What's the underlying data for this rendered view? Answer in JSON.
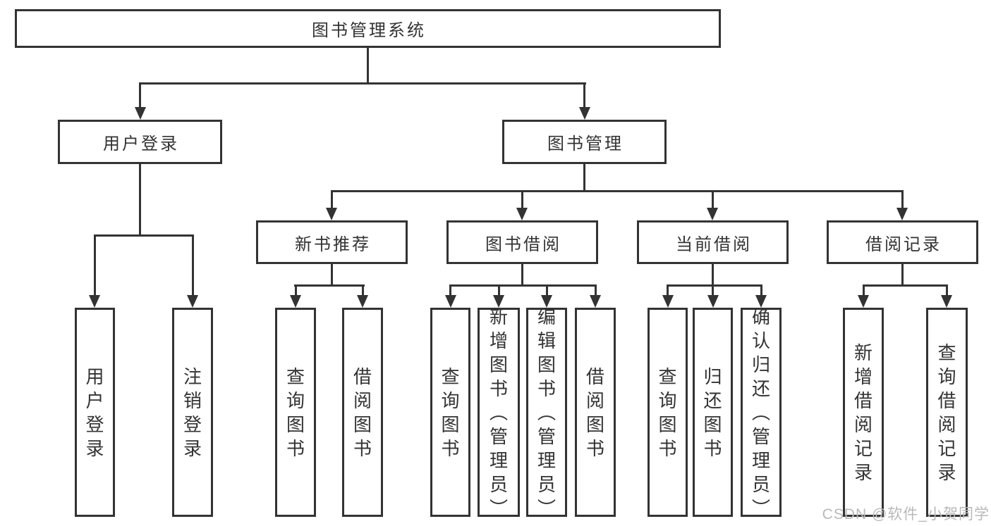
{
  "nodes": {
    "root": "图书管理系统",
    "user_login": "用户登录",
    "book_mgmt": "图书管理",
    "new_book_rec": "新书推荐",
    "book_borrow": "图书借阅",
    "current_borrow": "当前借阅",
    "borrow_records": "借阅记录",
    "login": "用户登录",
    "logout": "注销登录",
    "nb_query": "查询图书",
    "nb_borrow": "借阅图书",
    "bb_query": "查询图书",
    "bb_add": "新增图书（管理员）",
    "bb_edit": "编辑图书（管理员）",
    "bb_borrow": "借阅图书",
    "cb_query": "查询图书",
    "cb_return": "归还图书",
    "cb_confirm": "确认归还（管理员）",
    "br_add": "新增借阅记录",
    "br_query": "查询借阅记录"
  },
  "watermark": "CSDN @软件_小贺同学",
  "colors": {
    "line": "#333333",
    "text": "#333333",
    "watermark": "#b9b9b9",
    "background": "#ffffff"
  }
}
